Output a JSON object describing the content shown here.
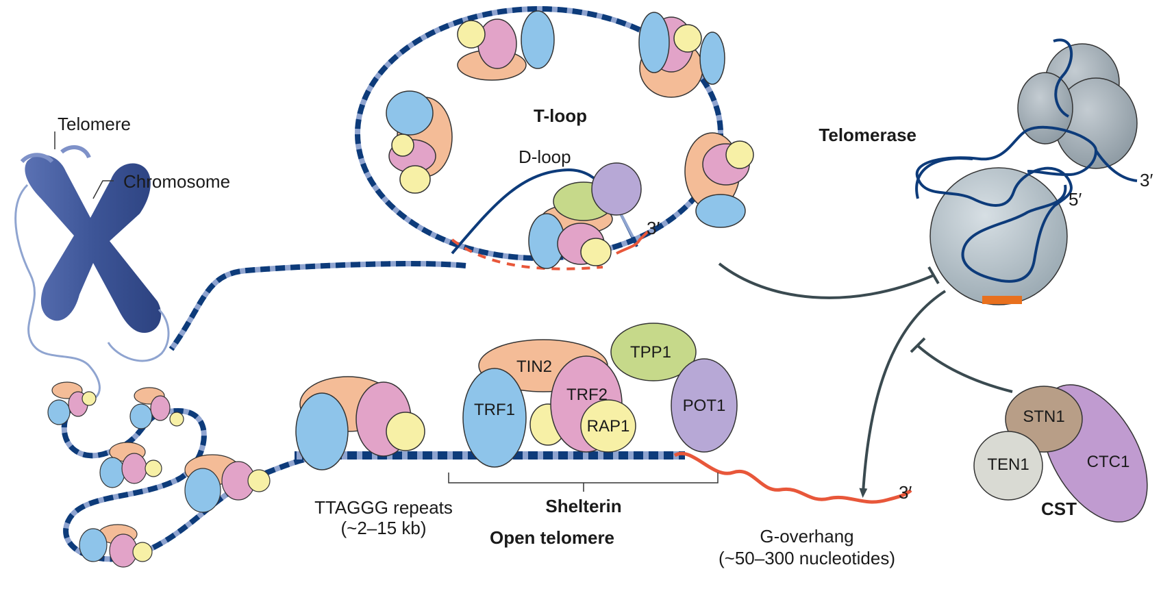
{
  "labels": {
    "telomere": "Telomere",
    "chromosome": "Chromosome",
    "t_loop": "T-loop",
    "d_loop": "D-loop",
    "three_prime_tloop": "3′",
    "telomerase": "Telomerase",
    "five_prime_telomerase": "5′",
    "three_prime_telomerase": "3′",
    "ttaggg_repeats_line1": "TTAGGG repeats",
    "ttaggg_repeats_line2": "(~2–15 kb)",
    "shelterin": "Shelterin",
    "open_telomere": "Open telomere",
    "g_overhang_line1": "G-overhang",
    "g_overhang_line2": "(~50–300 nucleotides)",
    "three_prime_overhang": "3′",
    "cst": "CST"
  },
  "proteins": {
    "tin2": "TIN2",
    "tpp1": "TPP1",
    "trf1": "TRF1",
    "trf2": "TRF2",
    "rap1": "RAP1",
    "pot1": "POT1",
    "stn1": "STN1",
    "ten1": "TEN1",
    "ctc1": "CTC1"
  },
  "colors": {
    "dna_dark": "#0d3b7a",
    "dna_light": "#8fa4d0",
    "overhang": "#e8573a",
    "trf1": "#8ec4ea",
    "trf2": "#e2a3c8",
    "tin2": "#f4bc97",
    "tpp1": "#c6d98a",
    "rap1": "#f7f0a6",
    "pot1": "#b7a8d6",
    "chromosome": "#3d5597",
    "telomerase": "#b9c4cb",
    "stn1": "#b89e87",
    "ten1": "#d9dad3",
    "ctc1": "#c09bd0",
    "arrow": "#3a4a50"
  }
}
